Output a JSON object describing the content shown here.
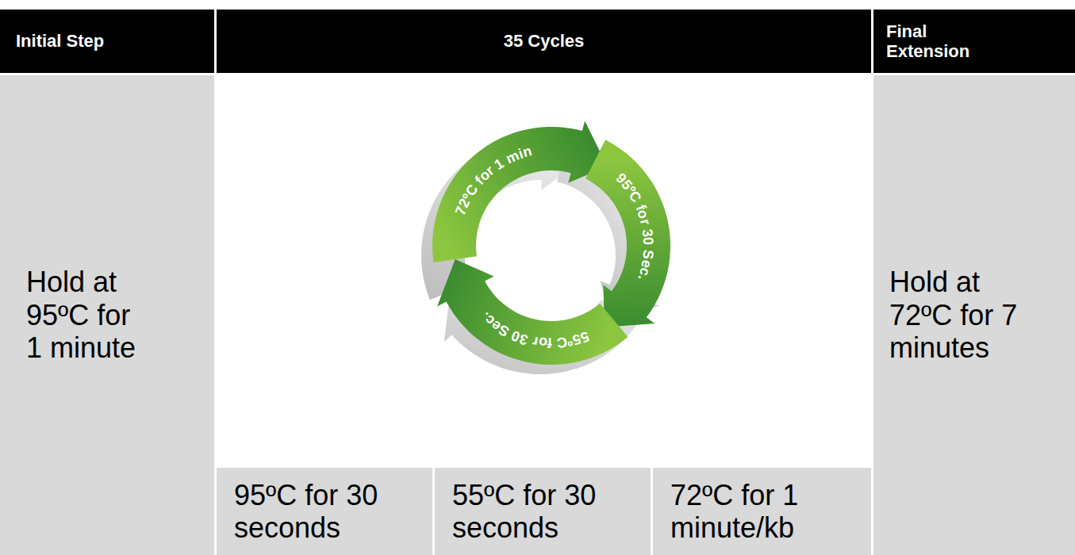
{
  "diagram": {
    "nodes": [
      {
        "text": [
          "72ºC for 1 min"
        ]
      },
      {
        "text": [
          "95ºC for 30 Sec."
        ]
      },
      {
        "text": [
          "55ºC for 30 Sec."
        ]
      }
    ],
    "labels": [
      "Initial Step",
      "35 Cycles",
      "Final Extension",
      "Hold at 95ºC for 1 minute",
      "Hold at 72ºC for 7 minutes",
      "95ºC for 30 seconds",
      "55ºC for 30 seconds",
      "72ºC for 1 minute/kb"
    ]
  }
}
